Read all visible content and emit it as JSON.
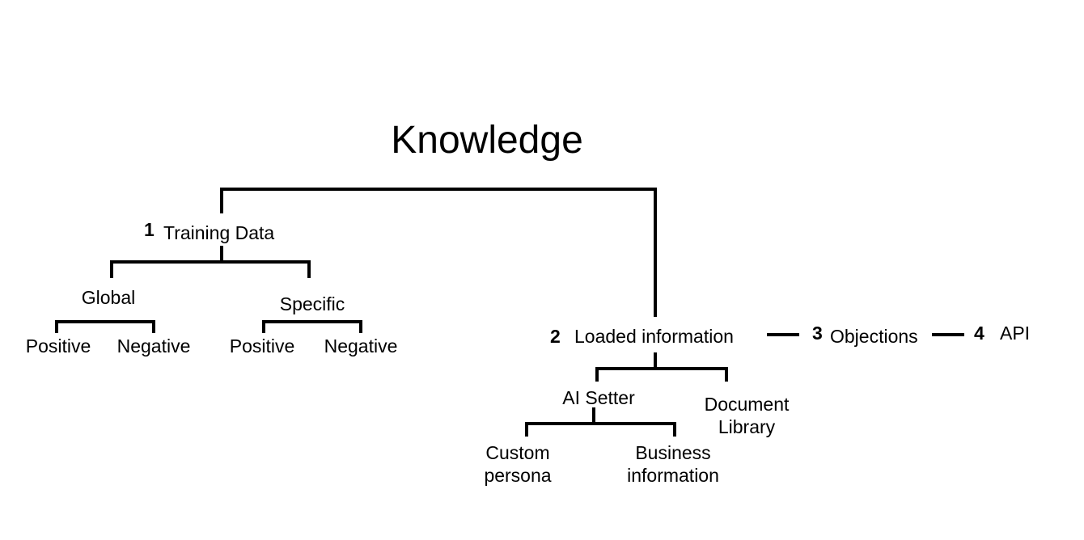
{
  "title": "Knowledge",
  "training": {
    "number": "1",
    "label": "Training Data",
    "global": {
      "label": "Global",
      "positive": "Positive",
      "negative": "Negative"
    },
    "specific": {
      "label": "Specific",
      "positive": "Positive",
      "negative": "Negative"
    }
  },
  "loaded": {
    "number": "2",
    "label": "Loaded information",
    "ai_setter": {
      "label": "AI Setter",
      "custom_persona": "Custom persona",
      "business_information": "Business information"
    },
    "document_library": "Document Library"
  },
  "objections": {
    "number": "3",
    "label": "Objections"
  },
  "api": {
    "number": "4",
    "label": "API"
  },
  "colors": {
    "line": "#000000",
    "text": "#000000",
    "background": "#ffffff"
  }
}
